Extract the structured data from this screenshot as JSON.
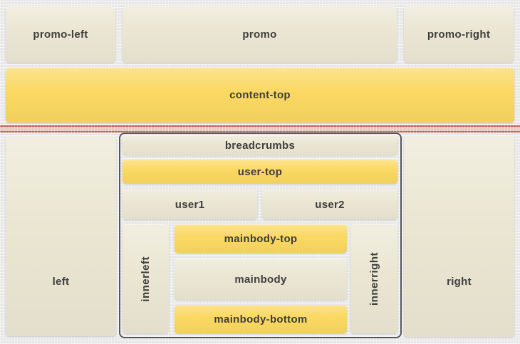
{
  "colors": {
    "page_bg": "#e8e8e8",
    "block_beige": "#eae6d2",
    "block_yellow": "#fbd862",
    "label_text": "#3e3e3e",
    "divider_red": "#c64a43",
    "divider_pink": "#eac5c0",
    "container_border": "#55555a"
  },
  "positions": {
    "promo_left": "promo-left",
    "promo": "promo",
    "promo_right": "promo-right",
    "content_top": "content-top",
    "breadcrumbs": "breadcrumbs",
    "user_top": "user-top",
    "user1": "user1",
    "user2": "user2",
    "left": "left",
    "innerleft": "innerleft",
    "mainbody_top": "mainbody-top",
    "mainbody": "mainbody",
    "mainbody_bottom": "mainbody-bottom",
    "innerright": "innerright",
    "right": "right"
  }
}
